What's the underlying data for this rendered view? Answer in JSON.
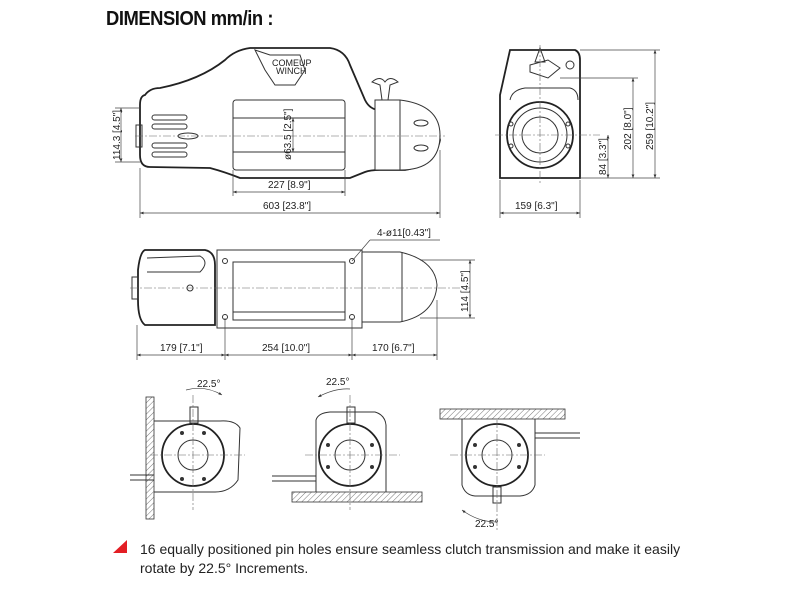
{
  "title": "DIMENSION mm/in :",
  "logo_text": [
    "COMEUP",
    "WINCH"
  ],
  "side_view": {
    "height": "114.3 [4.5\"]",
    "drum_dia": "ø63.5 [2.5\"]",
    "drum_len": "227 [8.9\"]",
    "total_len": "603 [23.8\"]"
  },
  "end_view": {
    "total_height": "259 [10.2\"]",
    "mid_height": "202 [8.0\"]",
    "axis_height": "84 [3.3\"]",
    "width": "159 [6.3\"]"
  },
  "top_view": {
    "holes": "4-ø11[0.43\"]",
    "height": "114 [4.5\"]",
    "left": "179 [7.1\"]",
    "middle": "254 [10.0\"]",
    "right": "170 [6.7\"]"
  },
  "rotation_views": {
    "angle_label": "22.5°"
  },
  "note": {
    "icon": "red-triangle-bullet",
    "color": "#e31e24",
    "text": "16 equally positioned pin holes ensure seamless clutch transmission and make it easily rotate by 22.5° Increments."
  }
}
